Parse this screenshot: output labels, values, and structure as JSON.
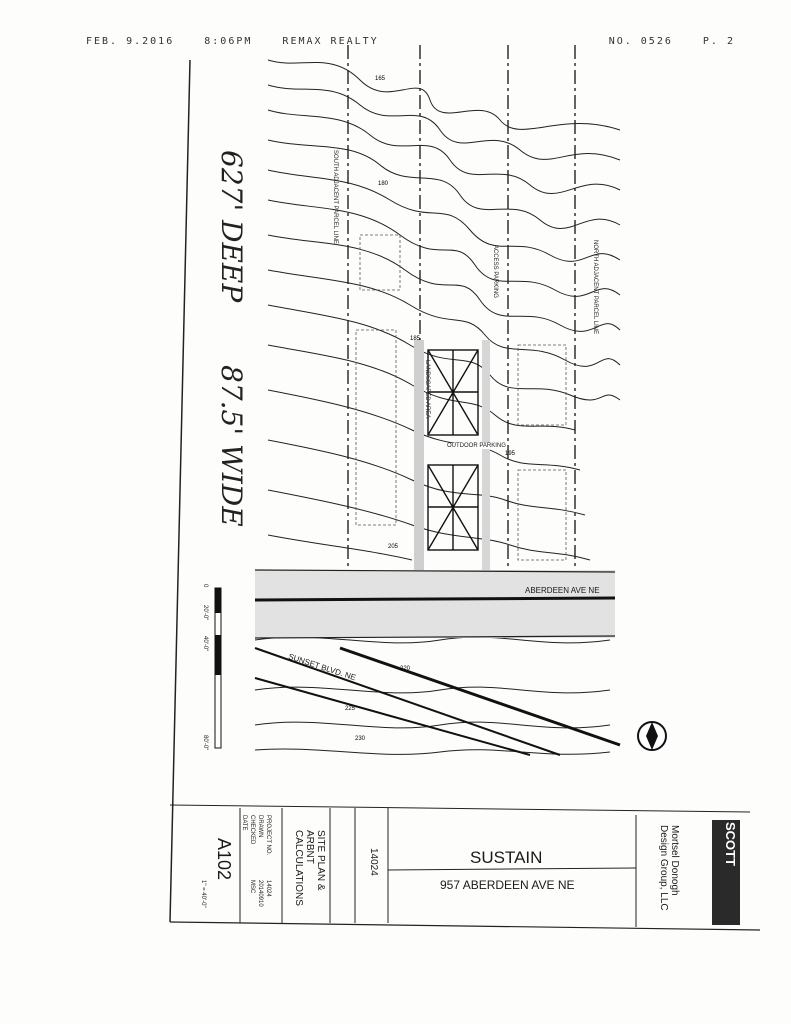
{
  "fax_header": {
    "date": "FEB. 9.2016",
    "time": "8:06PM",
    "sender": "REMAX REALTY",
    "number": "NO. 0526",
    "page": "P. 2"
  },
  "handwriting": {
    "depth": "627' DEEP",
    "width": "87.5' WIDE"
  },
  "site_labels": {
    "south_parcel": "SOUTH ADJACENT PARCEL LINE",
    "north_parcel": "NORTH ADJACENT PARCEL LINE",
    "access_parking": "ACCESS PARKING",
    "landscaped_area": "LANDSCAPED AREA",
    "outdoor_parking": "OUTDOOR PARKING",
    "street": "ABERDEEN AVE NE",
    "boulevard": "SUNSET BLVD. NE",
    "contours": [
      "165",
      "180",
      "185",
      "195",
      "205",
      "220",
      "225",
      "230"
    ]
  },
  "scale": {
    "ticks": [
      "0",
      "20'-0\"",
      "40'-0\"",
      "80'-0\""
    ]
  },
  "title_block": {
    "project_name": "SUSTAIN",
    "address": "957 ABERDEEN AVE NE",
    "project_number": "14024",
    "sheet_title": "SITE PLAN & ARBNT CALCULATIONS",
    "sheet_number": "A102",
    "scale_note": "1\" = 40'-0\"",
    "firm": "Mortsel Donogh Design Group, LLC",
    "firm_logo": "SCOTT",
    "fields": [
      "PROJECT NO.",
      "DRAWN",
      "CHECKED",
      "DATE"
    ],
    "values": [
      "14024",
      "20140910",
      "",
      "MSC"
    ]
  }
}
